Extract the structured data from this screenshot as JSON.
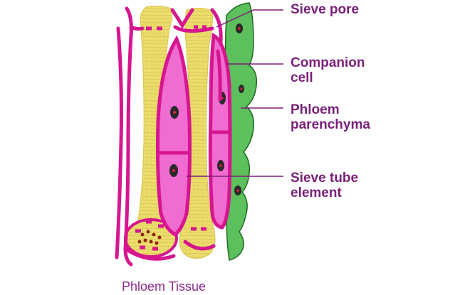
{
  "diagram": {
    "caption": "Phloem Tissue",
    "labels": {
      "sieve_pore": "Sieve pore",
      "companion_cell": [
        "Companion",
        "cell"
      ],
      "phloem_parenchyma": [
        "Phloem",
        "parenchyma"
      ],
      "sieve_tube_element": [
        "Sieve tube",
        "element"
      ]
    }
  },
  "colors": {
    "label_text": "#7a1f7a",
    "caption_text": "#8b2a8b",
    "cell_wall": "#d6168f",
    "sieve_tube_fill": "#f06cd0",
    "fiber_fill": "#eedf6e",
    "parenchyma_fill": "#5cc05c",
    "parenchyma_outline": "#1f6a1f",
    "nucleus": "#2a2a2a",
    "nucleolus": "#e0203a",
    "pointer_line": "#7a1f7a"
  }
}
